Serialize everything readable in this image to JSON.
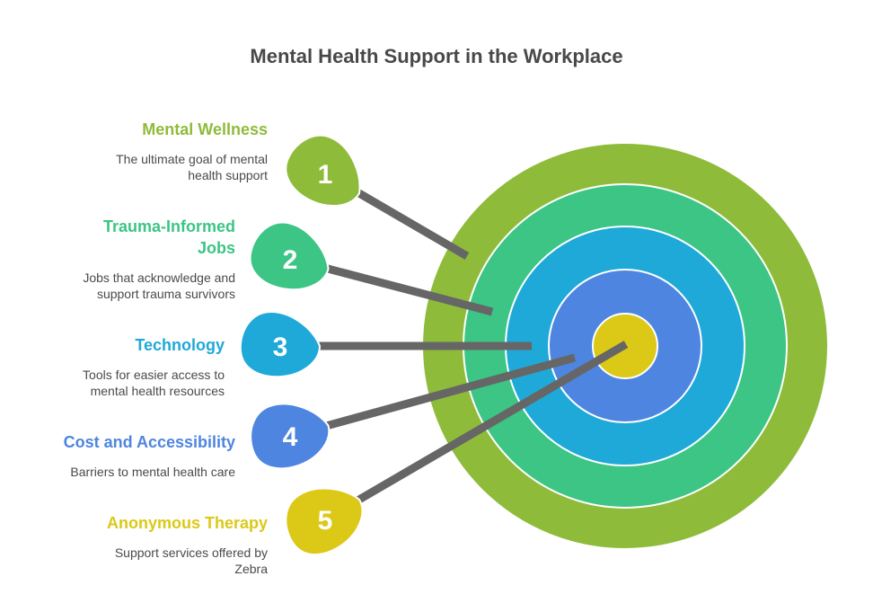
{
  "title": "Mental Health Support in the Workplace",
  "rings": [
    {
      "color": "#8fbb3a"
    },
    {
      "color": "#3cc584"
    },
    {
      "color": "#1fa9d8"
    },
    {
      "color": "#4e85e0"
    },
    {
      "color": "#dcc817"
    }
  ],
  "items": [
    {
      "number": "1",
      "label": "Mental Wellness",
      "description": "The ultimate goal of mental health support",
      "color": "#8fbb3a"
    },
    {
      "number": "2",
      "label": "Trauma-Informed Jobs",
      "description": "Jobs that acknowledge and support trauma survivors",
      "color": "#3cc584"
    },
    {
      "number": "3",
      "label": "Technology",
      "description": "Tools for easier access to mental health resources",
      "color": "#1fa9d8"
    },
    {
      "number": "4",
      "label": "Cost and Accessibility",
      "description": "Barriers to mental health care",
      "color": "#4e85e0"
    },
    {
      "number": "5",
      "label": "Anonymous Therapy",
      "description": "Support services offered by Zebra",
      "color": "#dcc817"
    }
  ],
  "dart_color": "#666666"
}
